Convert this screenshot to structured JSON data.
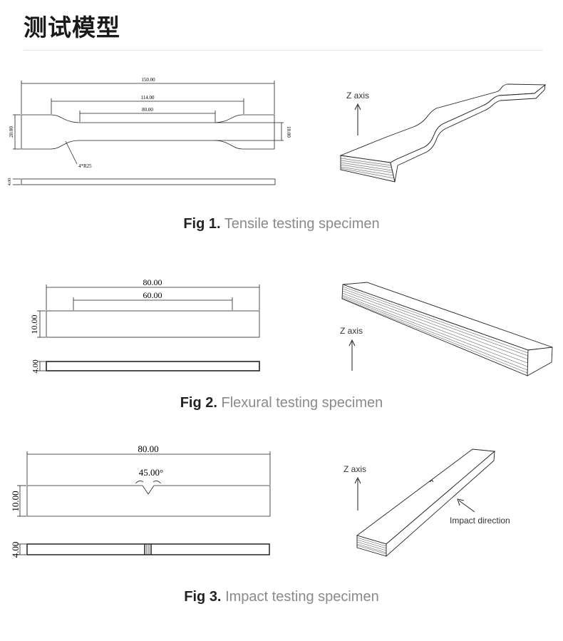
{
  "page": {
    "title": "测试模型"
  },
  "fig1": {
    "caption_num": "Fig 1.",
    "caption_text": "Tensile testing specimen",
    "dim_overall": "150.00",
    "dim_middle": "114.00",
    "dim_inner": "80.00",
    "dim_height": "20.00",
    "dim_neck": "10.00",
    "dim_thickness": "4.00",
    "radius_label": "4*R25",
    "axis_label": "Z axis"
  },
  "fig2": {
    "caption_num": "Fig 2.",
    "caption_text": "Flexural testing specimen",
    "dim_length": "80.00",
    "dim_span": "60.00",
    "dim_height": "10.00",
    "dim_thickness": "4.00",
    "axis_label": "Z axis"
  },
  "fig3": {
    "caption_num": "Fig 3.",
    "caption_text": "Impact testing specimen",
    "dim_length": "80.00",
    "dim_angle": "45.00°",
    "dim_height": "10.00",
    "dim_thickness": "4.00",
    "axis_label": "Z axis",
    "impact_label": "Impact direction"
  }
}
